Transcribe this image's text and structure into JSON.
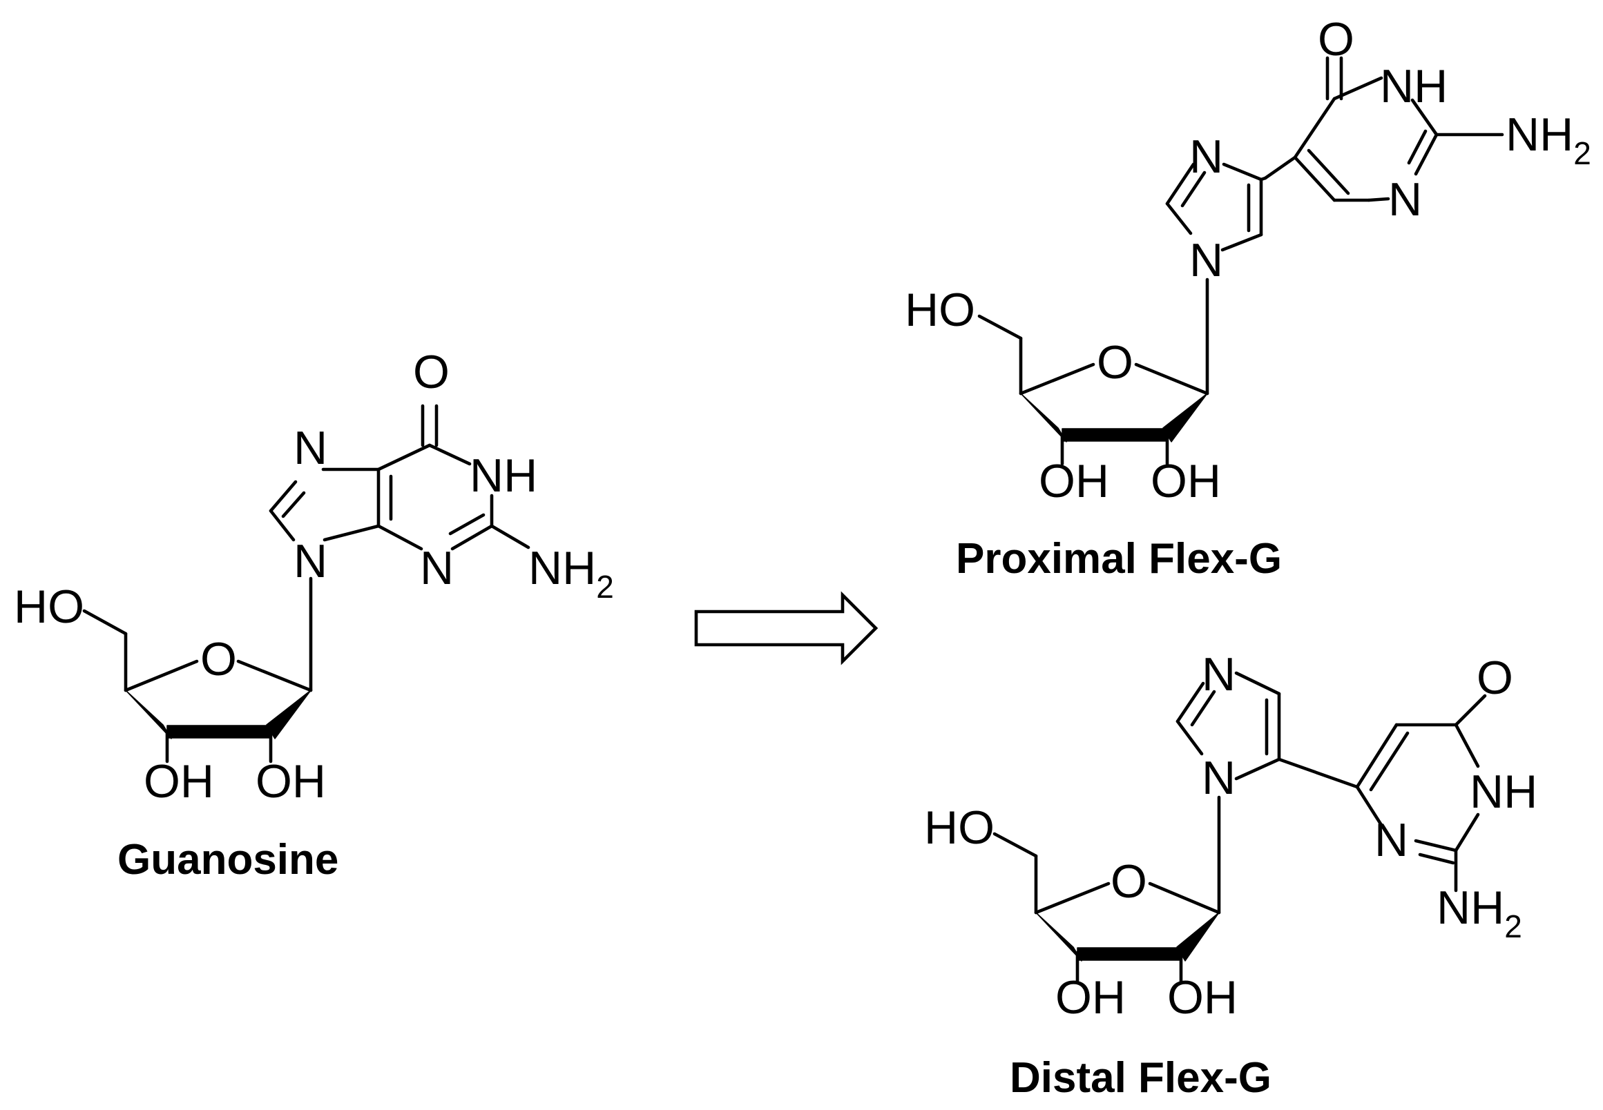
{
  "compounds": {
    "guanosine": {
      "name": "Guanosine",
      "atoms": {
        "o_carbonyl": "O",
        "nh": "NH",
        "n7": "N",
        "n9": "N",
        "n3": "N",
        "nh2": "NH",
        "nh2_sub": "2",
        "ho": "HO",
        "o_ring": "O",
        "oh_a": "OH",
        "oh_b": "OH"
      }
    },
    "proximal": {
      "name": "Proximal Flex-G",
      "atoms": {
        "o_carbonyl": "O",
        "nh": "NH",
        "nh2": "NH",
        "nh2_sub": "2",
        "n_pyr": "N",
        "n_imid_top": "N",
        "n_imid_bottom": "N",
        "ho": "HO",
        "o_ring": "O",
        "oh_a": "OH",
        "oh_b": "OH"
      }
    },
    "distal": {
      "name": "Distal Flex-G",
      "atoms": {
        "n_imid_top": "N",
        "n_imid_bottom": "N",
        "o_carbonyl": "O",
        "nh": "NH",
        "n_pyr": "N",
        "nh2": "NH",
        "nh2_sub": "2",
        "ho": "HO",
        "o_ring": "O",
        "oh_a": "OH",
        "oh_b": "OH"
      }
    }
  }
}
